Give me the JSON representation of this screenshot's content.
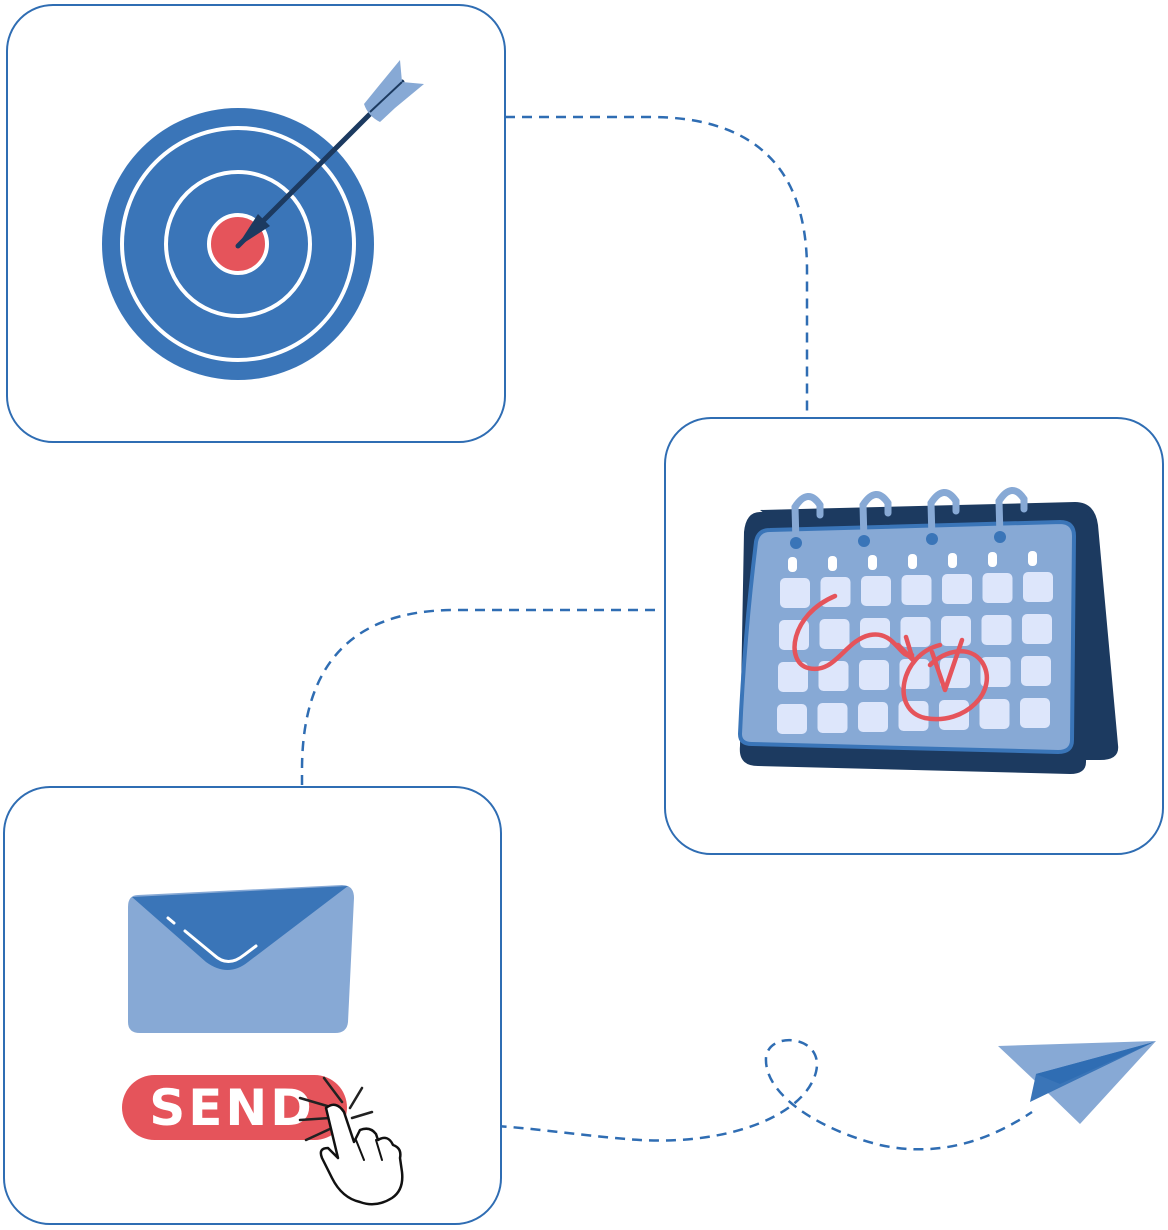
{
  "diagram": {
    "panels": [
      {
        "id": "goal",
        "icon": "target-icon"
      },
      {
        "id": "schedule",
        "icon": "calendar-icon"
      },
      {
        "id": "send",
        "icon": "envelope-icon"
      }
    ],
    "send_button": {
      "label": "SEND"
    },
    "end_icon": "paper-plane-icon",
    "colors": {
      "border": "#2f6db3",
      "primary_blue": "#3a75b8",
      "light_blue": "#87a9d5",
      "navy": "#1c3a60",
      "red": "#e5545b",
      "calendar_cell": "#dde6fb",
      "white": "#ffffff"
    }
  }
}
